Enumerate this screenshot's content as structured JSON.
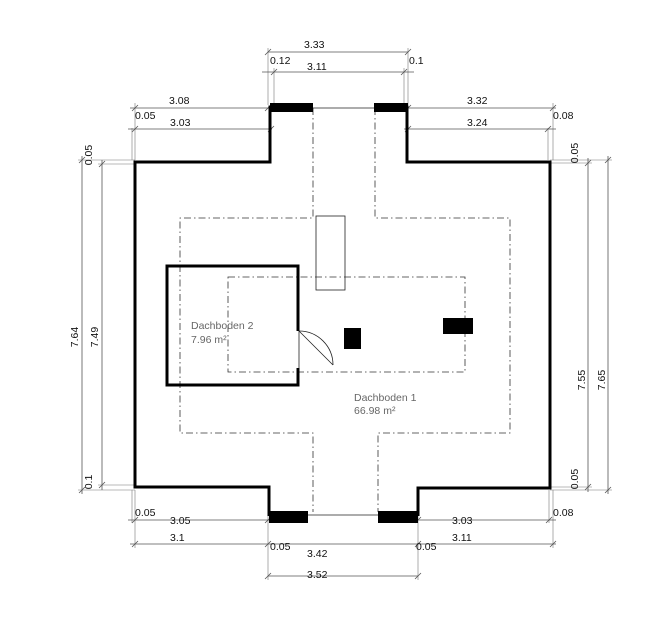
{
  "rooms": {
    "dachboden_1": {
      "name": "Dachboden 1",
      "area": "66.98 m²"
    },
    "dachboden_2": {
      "name": "Dachboden 2",
      "area": "7.96 m²"
    }
  },
  "dimensions": {
    "top_total": "3.33",
    "top_left_stub": "0.12",
    "top_opening": "3.11",
    "top_right_stub": "0.1",
    "upper_left_outer": "3.08",
    "upper_left_small": "0.05",
    "upper_left_inner": "3.03",
    "upper_right_outer": "3.32",
    "upper_right_inner": "3.24",
    "upper_right_small": "0.08",
    "left_outer_height": "7.64",
    "left_inner_height": "7.49",
    "left_top_small": "0.05",
    "left_bottom_small": "0.1",
    "right_inner_height": "7.55",
    "right_outer_height": "7.65",
    "right_top_small": "0.05",
    "right_bottom_small": "0.05",
    "lower_left_small": "0.05",
    "lower_left_inner": "3.05",
    "lower_left_outer": "3.1",
    "lower_right_inner": "3.03",
    "lower_right_small": "0.08",
    "lower_right_outer": "3.11",
    "bottom_left_stub": "0.05",
    "bottom_opening": "3.42",
    "bottom_right_stub": "0.05",
    "bottom_total": "3.52"
  }
}
